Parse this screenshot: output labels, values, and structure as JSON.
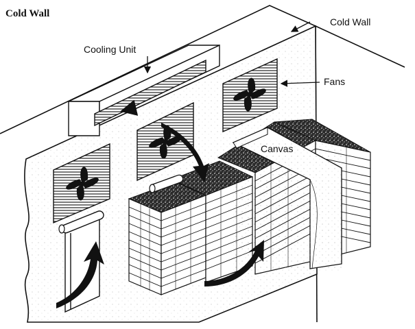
{
  "title": "Cold Wall",
  "labels": {
    "cold_wall": "Cold Wall",
    "cooling_unit": "Cooling Unit",
    "fans": "Fans",
    "canvas": "Canvas"
  },
  "colors": {
    "ink": "#111111",
    "paper": "#ffffff",
    "speckle": "#333333"
  },
  "icons": [
    "fan-icon",
    "airflow-arrow-icon",
    "rolled-canvas-icon"
  ]
}
